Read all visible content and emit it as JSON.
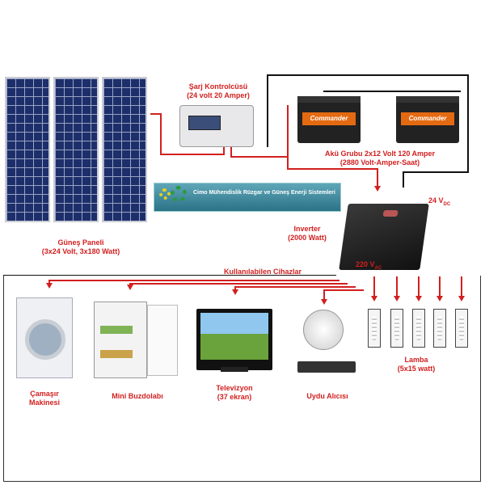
{
  "controller": {
    "title": "Şarj Kontrolcüsü",
    "spec": "(24 volt 20 Amper)"
  },
  "battery": {
    "brand": "Commander",
    "title": "Akü Grubu 2x12 Volt 120 Amper",
    "spec": "(2880 Volt-Amper-Saat)"
  },
  "panel": {
    "title": "Güneş Paneli",
    "spec": "(3x24 Volt, 3x180 Watt)"
  },
  "banner": {
    "title": "Cimo Mühendislik Rüzgar ve Güneş Enerji Sistemleri"
  },
  "inverter": {
    "title": "Inverter",
    "spec": "(2000 Watt)",
    "dc": "24 V",
    "dc_sub": "DC",
    "ac": "220 V",
    "ac_sub": "AC"
  },
  "devices": {
    "title": "Kullanılabilen Cihazlar",
    "washer": [
      "Çamaşır",
      "Makinesi"
    ],
    "fridge": "Mini Buzdolabı",
    "tv": [
      "Televizyon",
      "(37 ekran)"
    ],
    "satellite": "Uydu Alıcısı",
    "lamp": [
      "Lamba",
      "(5x15 watt)"
    ]
  },
  "colors": {
    "label": "#d21f1f",
    "wire": "#d21f1f"
  }
}
